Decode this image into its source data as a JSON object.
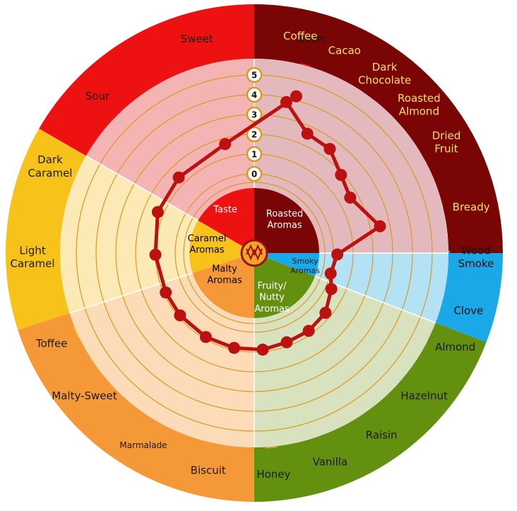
{
  "chart_data": {
    "type": "radar",
    "title": "",
    "radial_ticks": [
      "0",
      "1",
      "2",
      "3",
      "4",
      "5"
    ],
    "rmax": 5,
    "categories": [
      {
        "name": "Taste",
        "color": "#ee1111",
        "tint": "#f5b4b4",
        "text_color": "#ffffff",
        "attributes": [
          {
            "label": "Bitter",
            "value": 4.2
          },
          {
            "label": "Sweet",
            "value": 1.7
          },
          {
            "label": "Sour",
            "value": 1.4
          }
        ]
      },
      {
        "name": "Caramel Aromas",
        "color": "#f7c21a",
        "tint": "#fbe9b6",
        "text_color": "#000000",
        "attributes": [
          {
            "label": "Dark Caramel",
            "value": 1.3
          },
          {
            "label": "Light Caramel",
            "value": 1.0
          },
          {
            "label": "Toffee",
            "value": 0.9
          }
        ]
      },
      {
        "name": "Malty Aromas",
        "color": "#f59938",
        "tint": "#fcdcb8",
        "text_color": "#000000",
        "attributes": [
          {
            "label": "Malty-Sweet",
            "value": 0.9
          },
          {
            "label": "Marmalade",
            "value": 0.9
          },
          {
            "label": "Biscuit",
            "value": 0.9
          },
          {
            "label": "Honey",
            "value": 0.9
          }
        ]
      },
      {
        "name": "Fruity/ Nutty Aromas",
        "color": "#63900f",
        "tint": "#d9e2bf",
        "text_color": "#ffffff",
        "attributes": [
          {
            "label": "Vanilla",
            "value": 0.8
          },
          {
            "label": "Raisin",
            "value": 0.8
          },
          {
            "label": "Hazelnut",
            "value": 0.7
          },
          {
            "label": "Almond",
            "value": 0.3
          }
        ]
      },
      {
        "name": "Smoky Aromas",
        "color": "#1aa8e8",
        "tint": "#b3e2f5",
        "text_color": "#1a1a1a",
        "attributes": [
          {
            "label": "Clove",
            "value": 0.0
          },
          {
            "label": "Wood Smoke",
            "value": 0.2
          }
        ]
      },
      {
        "name": "Roasted Aromas",
        "color": "#7a0505",
        "tint": "#e3b9bd",
        "text_color": "#ffffff",
        "attributes": [
          {
            "label": "Bready",
            "value": 2.5
          },
          {
            "label": "Dried Fruit",
            "value": 1.6
          },
          {
            "label": "Roasted Almond",
            "value": 1.9
          },
          {
            "label": "Dark Chocolate",
            "value": 2.5
          },
          {
            "label": "Cacao",
            "value": 2.6
          },
          {
            "label": "Coffee",
            "value": 3.8
          }
        ]
      }
    ],
    "series_color": "#bb1111"
  }
}
